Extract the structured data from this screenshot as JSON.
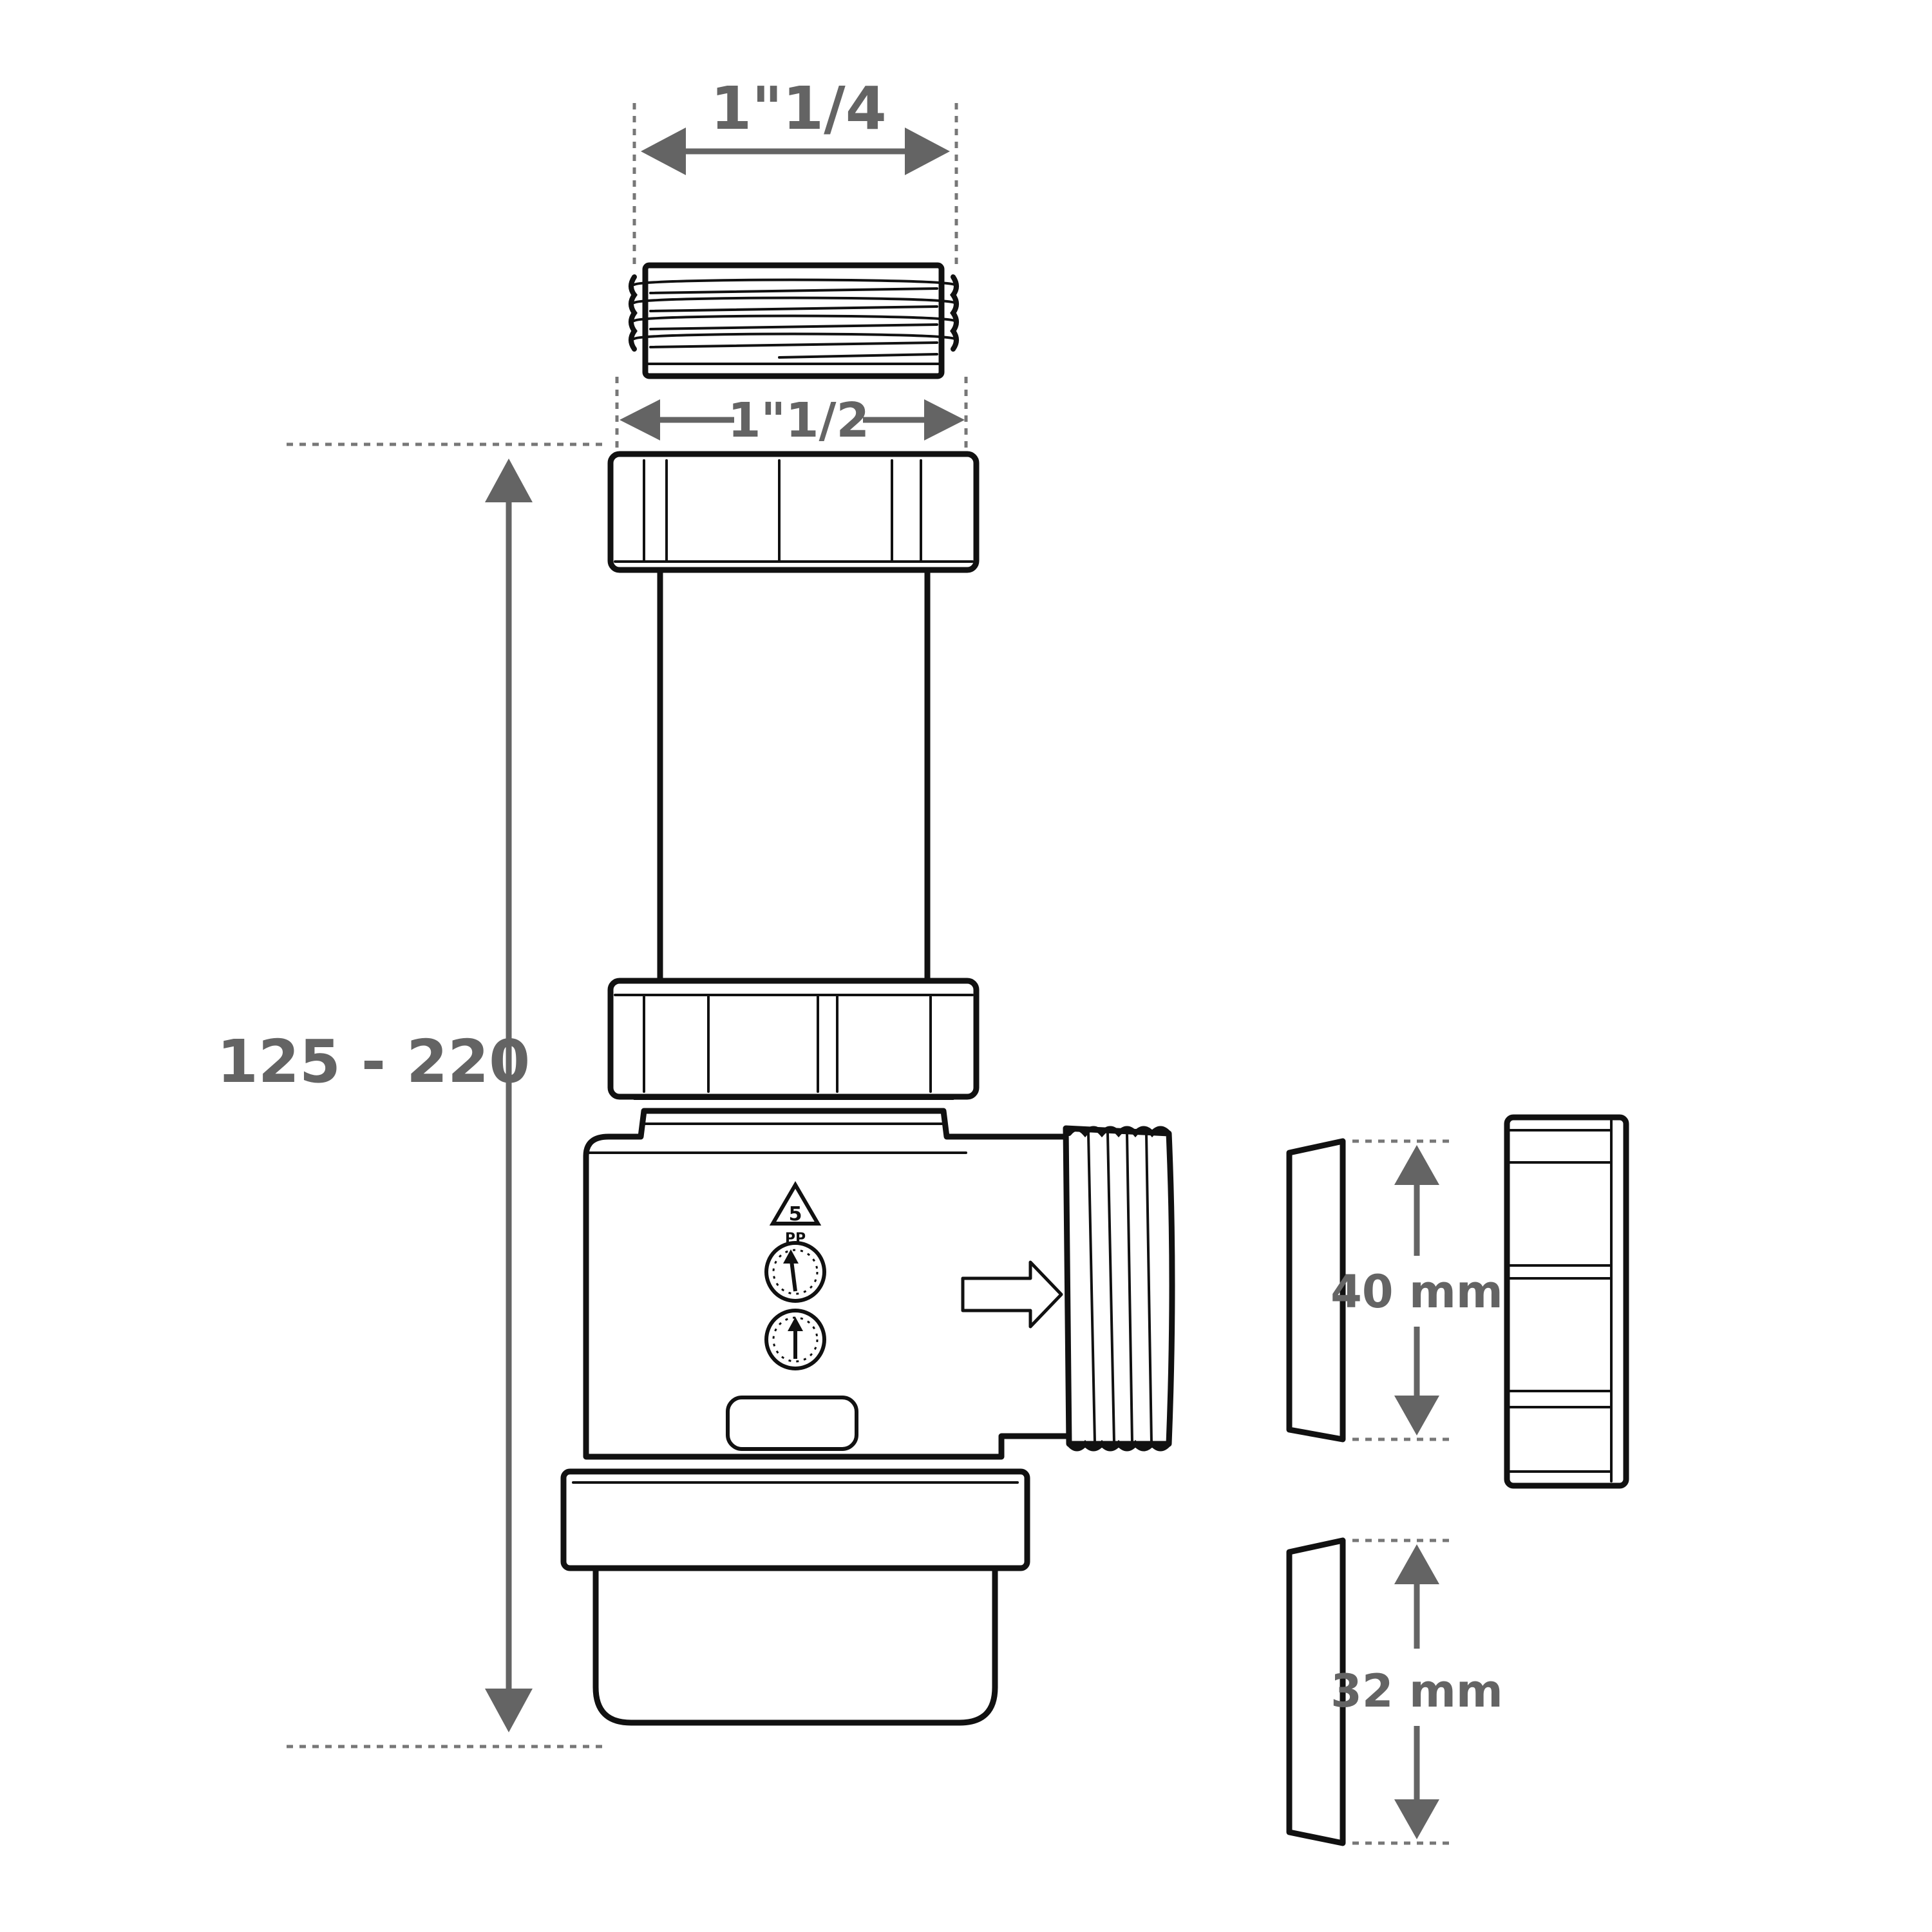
{
  "dimensions": {
    "thread_top": "1\"1/4",
    "thread_nut": "1\"1/2",
    "height_range": "125 - 220",
    "outlet_large": "40 mm",
    "outlet_small": "32 mm"
  },
  "colors": {
    "dimension": "#646464",
    "outline": "#111111",
    "background": "#ffffff"
  },
  "icons": [
    "recycling-pp-icon",
    "date-clock-icon",
    "date-clock-icon",
    "flow-direction-arrow-icon"
  ]
}
